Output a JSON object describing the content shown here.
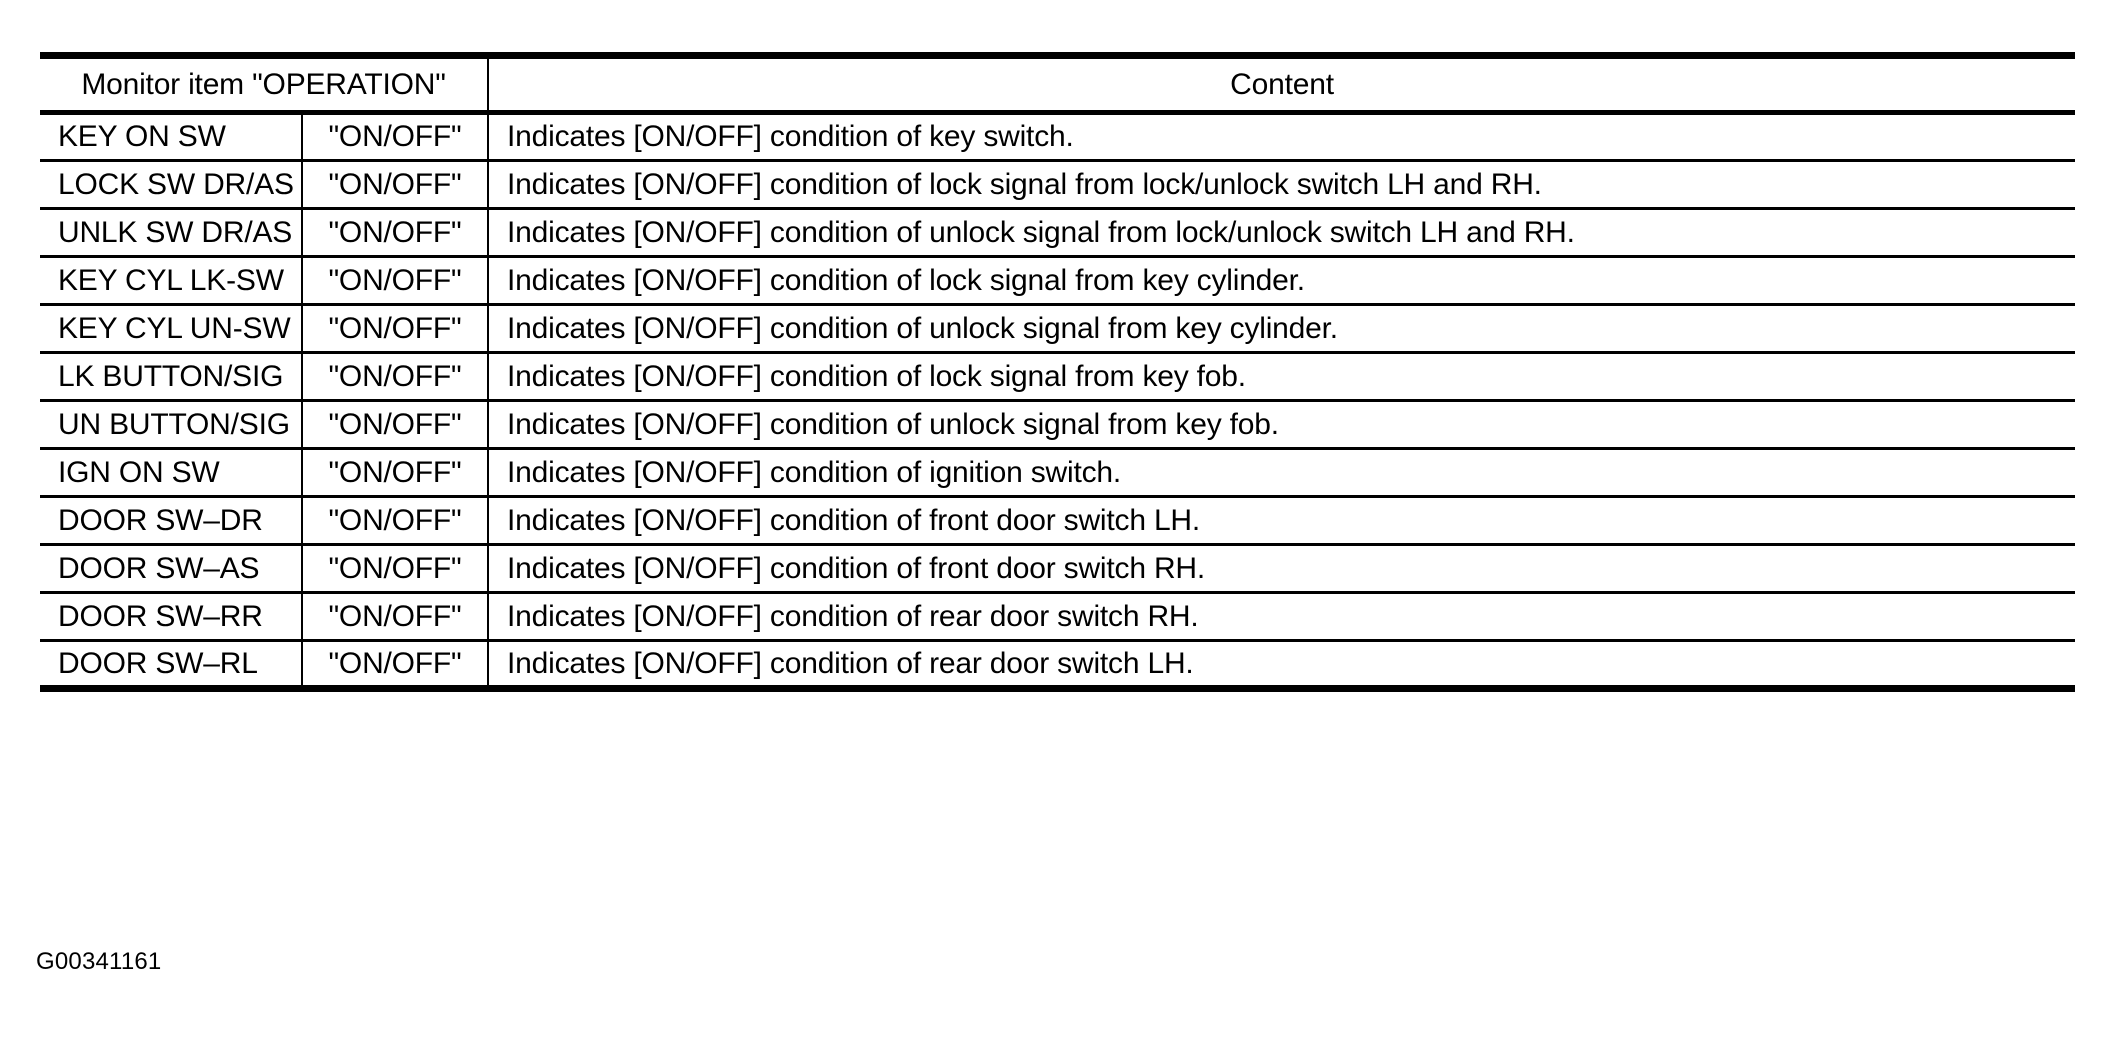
{
  "figure": {
    "id_label": "G00341161"
  },
  "table": {
    "headers": {
      "item": "Monitor item \"OPERATION\"",
      "content": "Content"
    },
    "rows": [
      {
        "item": "KEY ON SW",
        "state": "\"ON/OFF\"",
        "content": "Indicates [ON/OFF] condition of key switch.",
        "emphasis": false
      },
      {
        "item": "LOCK SW DR/AS",
        "state": "\"ON/OFF\"",
        "content": "Indicates [ON/OFF] condition of lock signal from lock/unlock switch LH and RH.",
        "emphasis": false
      },
      {
        "item": "UNLK SW DR/AS",
        "state": "\"ON/OFF\"",
        "content": "Indicates [ON/OFF] condition of unlock signal from lock/unlock switch LH and RH.",
        "emphasis": true
      },
      {
        "item": "KEY CYL LK-SW",
        "state": "\"ON/OFF\"",
        "content": "Indicates [ON/OFF] condition of lock signal from key cylinder.",
        "emphasis": true
      },
      {
        "item": "KEY CYL UN-SW",
        "state": "\"ON/OFF\"",
        "content": "Indicates [ON/OFF] condition of unlock signal from key cylinder.",
        "emphasis": false
      },
      {
        "item": "LK BUTTON/SIG",
        "state": "\"ON/OFF\"",
        "content": "Indicates [ON/OFF] condition of lock signal from key fob.",
        "emphasis": false
      },
      {
        "item": "UN BUTTON/SIG",
        "state": "\"ON/OFF\"",
        "content": "Indicates [ON/OFF] condition of unlock signal from key fob.",
        "emphasis": true
      },
      {
        "item": "IGN ON SW",
        "state": "\"ON/OFF\"",
        "content": "Indicates [ON/OFF] condition of ignition switch.",
        "emphasis": false
      },
      {
        "item": "DOOR SW–DR",
        "state": "\"ON/OFF\"",
        "content": "Indicates [ON/OFF] condition of front door switch LH.",
        "emphasis": false
      },
      {
        "item": "DOOR SW–AS",
        "state": "\"ON/OFF\"",
        "content": "Indicates [ON/OFF] condition of front door switch RH.",
        "emphasis": false
      },
      {
        "item": "DOOR SW–RR",
        "state": "\"ON/OFF\"",
        "content": "Indicates [ON/OFF] condition of rear door switch RH.",
        "emphasis": false
      },
      {
        "item": "DOOR SW–RL",
        "state": "\"ON/OFF\"",
        "content": "Indicates [ON/OFF] condition of rear door switch LH.",
        "emphasis": true
      }
    ]
  }
}
